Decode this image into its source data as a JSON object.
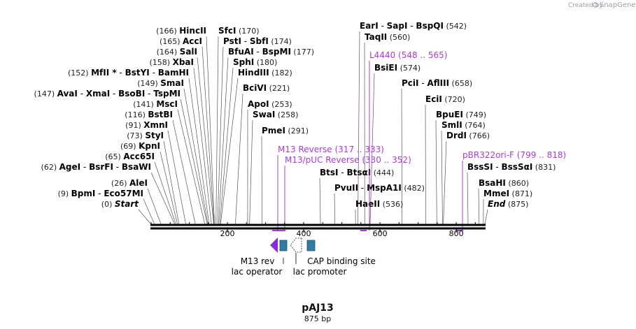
{
  "credit": {
    "created_by": "Created by",
    "brand": "SnapGene"
  },
  "plasmid": {
    "name": "pAJ13",
    "length_label": "875 bp",
    "length": 875
  },
  "colors": {
    "primer": "#a93cd6",
    "operator": "#2e7ea3",
    "promoter_outline": "#555555",
    "cap_site": "#2e7ea3",
    "backbone": "#000000"
  },
  "ticks": [
    {
      "pos": 200,
      "label": "200"
    },
    {
      "pos": 400,
      "label": "400"
    },
    {
      "pos": 600,
      "label": "600"
    },
    {
      "pos": 800,
      "label": "800"
    }
  ],
  "sites_left": [
    {
      "names": [
        "HincII"
      ],
      "pos": 166,
      "num": "(166)"
    },
    {
      "names": [
        "AccI"
      ],
      "pos": 165,
      "num": "(165)"
    },
    {
      "names": [
        "SalI"
      ],
      "pos": 164,
      "num": "(164)"
    },
    {
      "names": [
        "XbaI"
      ],
      "pos": 158,
      "num": "(158)"
    },
    {
      "names": [
        "MfII *",
        "BstYI",
        "BamHI"
      ],
      "pos": 152,
      "num": "(152)"
    },
    {
      "names": [
        "SmaI"
      ],
      "pos": 149,
      "num": "(149)"
    },
    {
      "names": [
        "AvaI",
        "XmaI",
        "BsoBI",
        "TspMI"
      ],
      "pos": 147,
      "num": "(147)"
    },
    {
      "names": [
        "MscI"
      ],
      "pos": 141,
      "num": "(141)"
    },
    {
      "names": [
        "BstBI"
      ],
      "pos": 116,
      "num": "(116)"
    },
    {
      "names": [
        "XmnI"
      ],
      "pos": 91,
      "num": "(91)"
    },
    {
      "names": [
        "StyI"
      ],
      "pos": 73,
      "num": "(73)"
    },
    {
      "names": [
        "KpnI"
      ],
      "pos": 69,
      "num": "(69)"
    },
    {
      "names": [
        "Acc65I"
      ],
      "pos": 65,
      "num": "(65)"
    },
    {
      "names": [
        "AgeI",
        "BsrFI",
        "BsaWI"
      ],
      "pos": 62,
      "num": "(62)"
    },
    {
      "names": [
        "AleI"
      ],
      "pos": 26,
      "num": "(26)"
    },
    {
      "names": [
        "BpmI",
        "Eco57MI"
      ],
      "pos": 9,
      "num": "(9)"
    },
    {
      "names": [
        "Start"
      ],
      "pos": 0,
      "num": "(0)",
      "italic": true
    }
  ],
  "sites_right": [
    {
      "names": [
        "SfcI"
      ],
      "pos": 170,
      "num": "(170)"
    },
    {
      "names": [
        "PstI",
        "SbfI"
      ],
      "pos": 174,
      "num": "(174)"
    },
    {
      "names": [
        "BfuAI",
        "BspMI"
      ],
      "pos": 177,
      "num": "(177)"
    },
    {
      "names": [
        "SphI"
      ],
      "pos": 180,
      "num": "(180)"
    },
    {
      "names": [
        "HindIII"
      ],
      "pos": 182,
      "num": "(182)"
    },
    {
      "names": [
        "BciVI"
      ],
      "pos": 221,
      "num": "(221)"
    },
    {
      "names": [
        "ApoI"
      ],
      "pos": 253,
      "num": "(253)"
    },
    {
      "names": [
        "SwaI"
      ],
      "pos": 258,
      "num": "(258)"
    },
    {
      "names": [
        "PmeI"
      ],
      "pos": 291,
      "num": "(291)"
    },
    {
      "names": [
        "EarI",
        "SapI",
        "BspQI"
      ],
      "pos": 542,
      "num": "(542)"
    },
    {
      "names": [
        "TaqII"
      ],
      "pos": 560,
      "num": "(560)"
    },
    {
      "names": [
        "BsiEI"
      ],
      "pos": 574,
      "num": "(574)"
    },
    {
      "names": [
        "PciI",
        "AflIII"
      ],
      "pos": 658,
      "num": "(658)"
    },
    {
      "names": [
        "EciI"
      ],
      "pos": 720,
      "num": "(720)"
    },
    {
      "names": [
        "BpuEI"
      ],
      "pos": 749,
      "num": "(749)"
    },
    {
      "names": [
        "SmlI"
      ],
      "pos": 764,
      "num": "(764)"
    },
    {
      "names": [
        "DrdI"
      ],
      "pos": 766,
      "num": "(766)"
    },
    {
      "names": [
        "BtsI",
        "BtsαI"
      ],
      "pos": 444,
      "num": "(444)"
    },
    {
      "names": [
        "PvuII",
        "MspA1I"
      ],
      "pos": 482,
      "num": "(482)"
    },
    {
      "names": [
        "HaeII"
      ],
      "pos": 536,
      "num": "(536)"
    },
    {
      "names": [
        "BssSI",
        "BssSαI"
      ],
      "pos": 831,
      "num": "(831)"
    },
    {
      "names": [
        "BsaHI"
      ],
      "pos": 860,
      "num": "(860)"
    },
    {
      "names": [
        "MmeI"
      ],
      "pos": 871,
      "num": "(871)"
    },
    {
      "names": [
        "End"
      ],
      "pos": 875,
      "num": "(875)",
      "italic": true
    }
  ],
  "primers": [
    {
      "name": "L4440",
      "range": "(548 .. 565)",
      "start": 548,
      "end": 565
    },
    {
      "name": "M13 Reverse",
      "range": "(317 .. 333)",
      "start": 317,
      "end": 333
    },
    {
      "name": "M13/pUC Reverse",
      "range": "(330 .. 352)",
      "start": 330,
      "end": 352
    },
    {
      "name": "pBR322ori-F",
      "range": "(799 .. 818)",
      "start": 799,
      "end": 818
    }
  ],
  "features": [
    {
      "name": "M13 rev",
      "kind": "primer-arrow"
    },
    {
      "name": "lac operator",
      "kind": "box"
    },
    {
      "name": "lac promoter",
      "kind": "promoter"
    },
    {
      "name": "CAP binding site",
      "kind": "box"
    }
  ]
}
